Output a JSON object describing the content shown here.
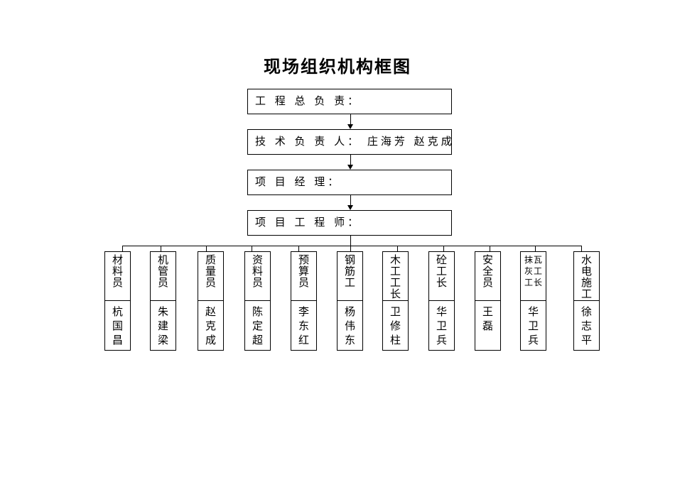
{
  "title": "现场组织机构框图",
  "chain": [
    {
      "label": "工 程 总 负 责："
    },
    {
      "label": "技 术 负 责 人： 庄海芳  赵克成"
    },
    {
      "label": "项 目 经 理："
    },
    {
      "label": "项 目 工 程 师："
    }
  ],
  "departments": [
    {
      "role": "材料员",
      "person": "杭国昌"
    },
    {
      "role": "机管员",
      "person": "朱建梁"
    },
    {
      "role": "质量员",
      "person": "赵克成"
    },
    {
      "role": "资料员",
      "person": "陈定超"
    },
    {
      "role": "预算员",
      "person": "李东红"
    },
    {
      "role": "钢筋工",
      "person": "杨伟东"
    },
    {
      "role": "木工工长",
      "person": "卫修柱"
    },
    {
      "role": "砼工长",
      "person": "华卫兵"
    },
    {
      "role": "安全员",
      "person": "王　磊"
    },
    {
      "role_a": "抹灰工",
      "role_b": "瓦工长",
      "person": "华卫兵"
    },
    {
      "role": "水电施工",
      "person": "徐志平"
    }
  ]
}
